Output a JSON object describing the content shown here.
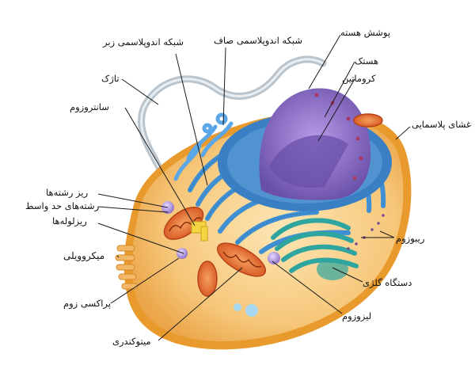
{
  "diagram": {
    "labels": {
      "nuclear_envelope": "پوشش هسته",
      "nucleolus": "هستک",
      "chromatin": "کروماتین",
      "rough_er": "شبکه اندوپلاسمی زبر",
      "smooth_er": "شبکه اندوپلاسمی صاف",
      "flagellum": "تاژک",
      "centrosome": "سانتروزوم",
      "microfilaments": "ریز رشته‌ها",
      "intermediate_filaments": "رشته‌های حد واسط",
      "microtubules": "ریزلوله‌ها",
      "microvilli": "میکروویلی",
      "peroxisome": "پراکسی زوم",
      "mitochondrion": "میتوکندری",
      "lysosome": "لیزوزوم",
      "golgi": "دستگاه گلژی",
      "ribosome": "ریبوزوم",
      "plasma_membrane": "غشای پلاسمایی"
    },
    "colors": {
      "cytoplasm": "#f6c77a",
      "membrane": "#e99a2c",
      "er": "#3f8fd2",
      "nucleus": "#8a6cc4",
      "nucleus_dark": "#6a4fa8",
      "golgi": "#2fa5a0",
      "mitochondria": "#e86a2a",
      "flagellum": "#b9c4cc",
      "leader_line": "#1a1a1a"
    }
  }
}
